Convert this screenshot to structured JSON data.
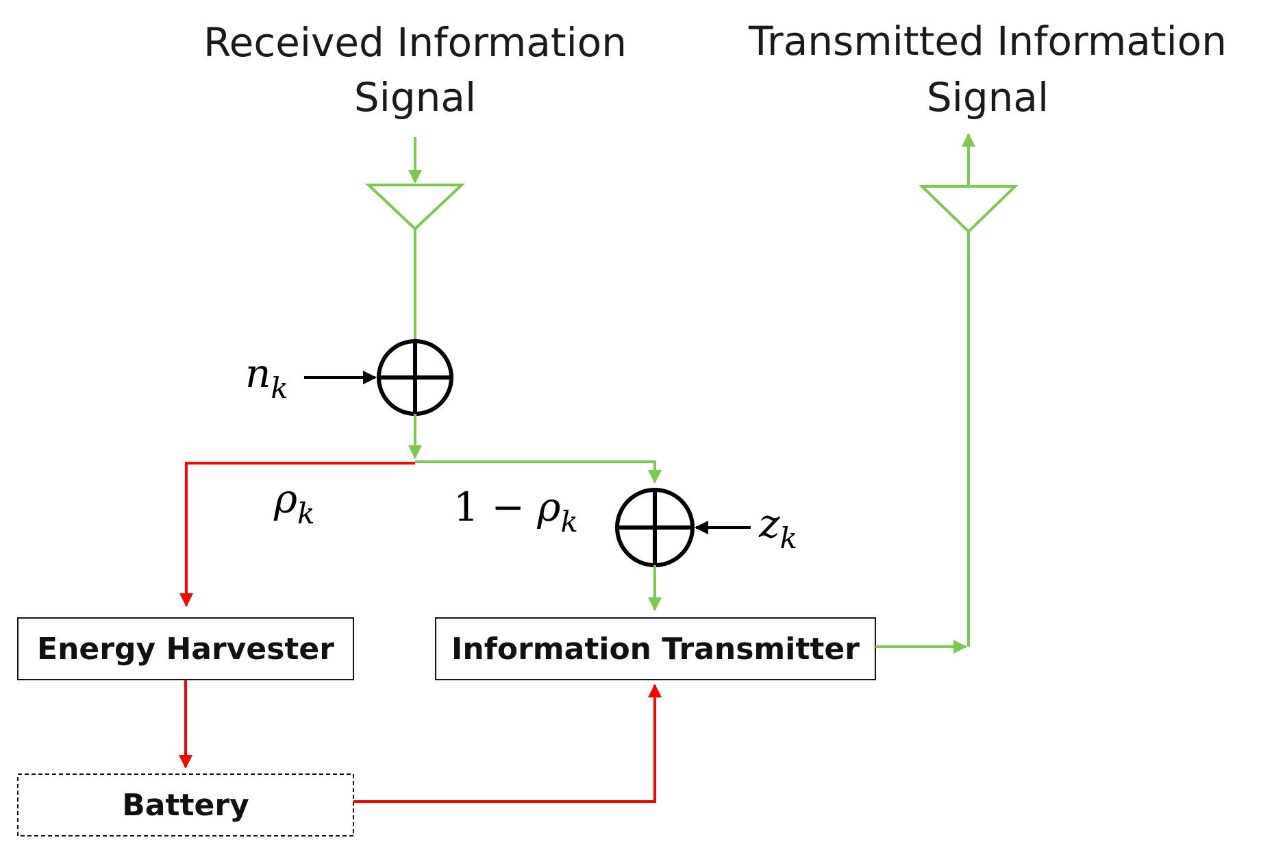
{
  "labels": {
    "received_line1": "Received Information",
    "received_line2": "Signal",
    "transmitted_line1": "Transmitted Information",
    "transmitted_line2": "Signal"
  },
  "blocks": {
    "energy_harvester": "Energy Harvester",
    "information_transmitter": "Information Transmitter",
    "battery": "Battery"
  },
  "symbols": {
    "noise_main": "n",
    "noise_sub": "k",
    "rho_main": "ρ",
    "rho_sub": "k",
    "one_minus": "1 − ",
    "one_minus_rho_main": "ρ",
    "one_minus_rho_sub": "k",
    "z_main": "z",
    "z_sub": "k"
  },
  "colors": {
    "information_path": "#7ec850",
    "energy_path": "#ff0000",
    "noise_path": "#000000"
  }
}
